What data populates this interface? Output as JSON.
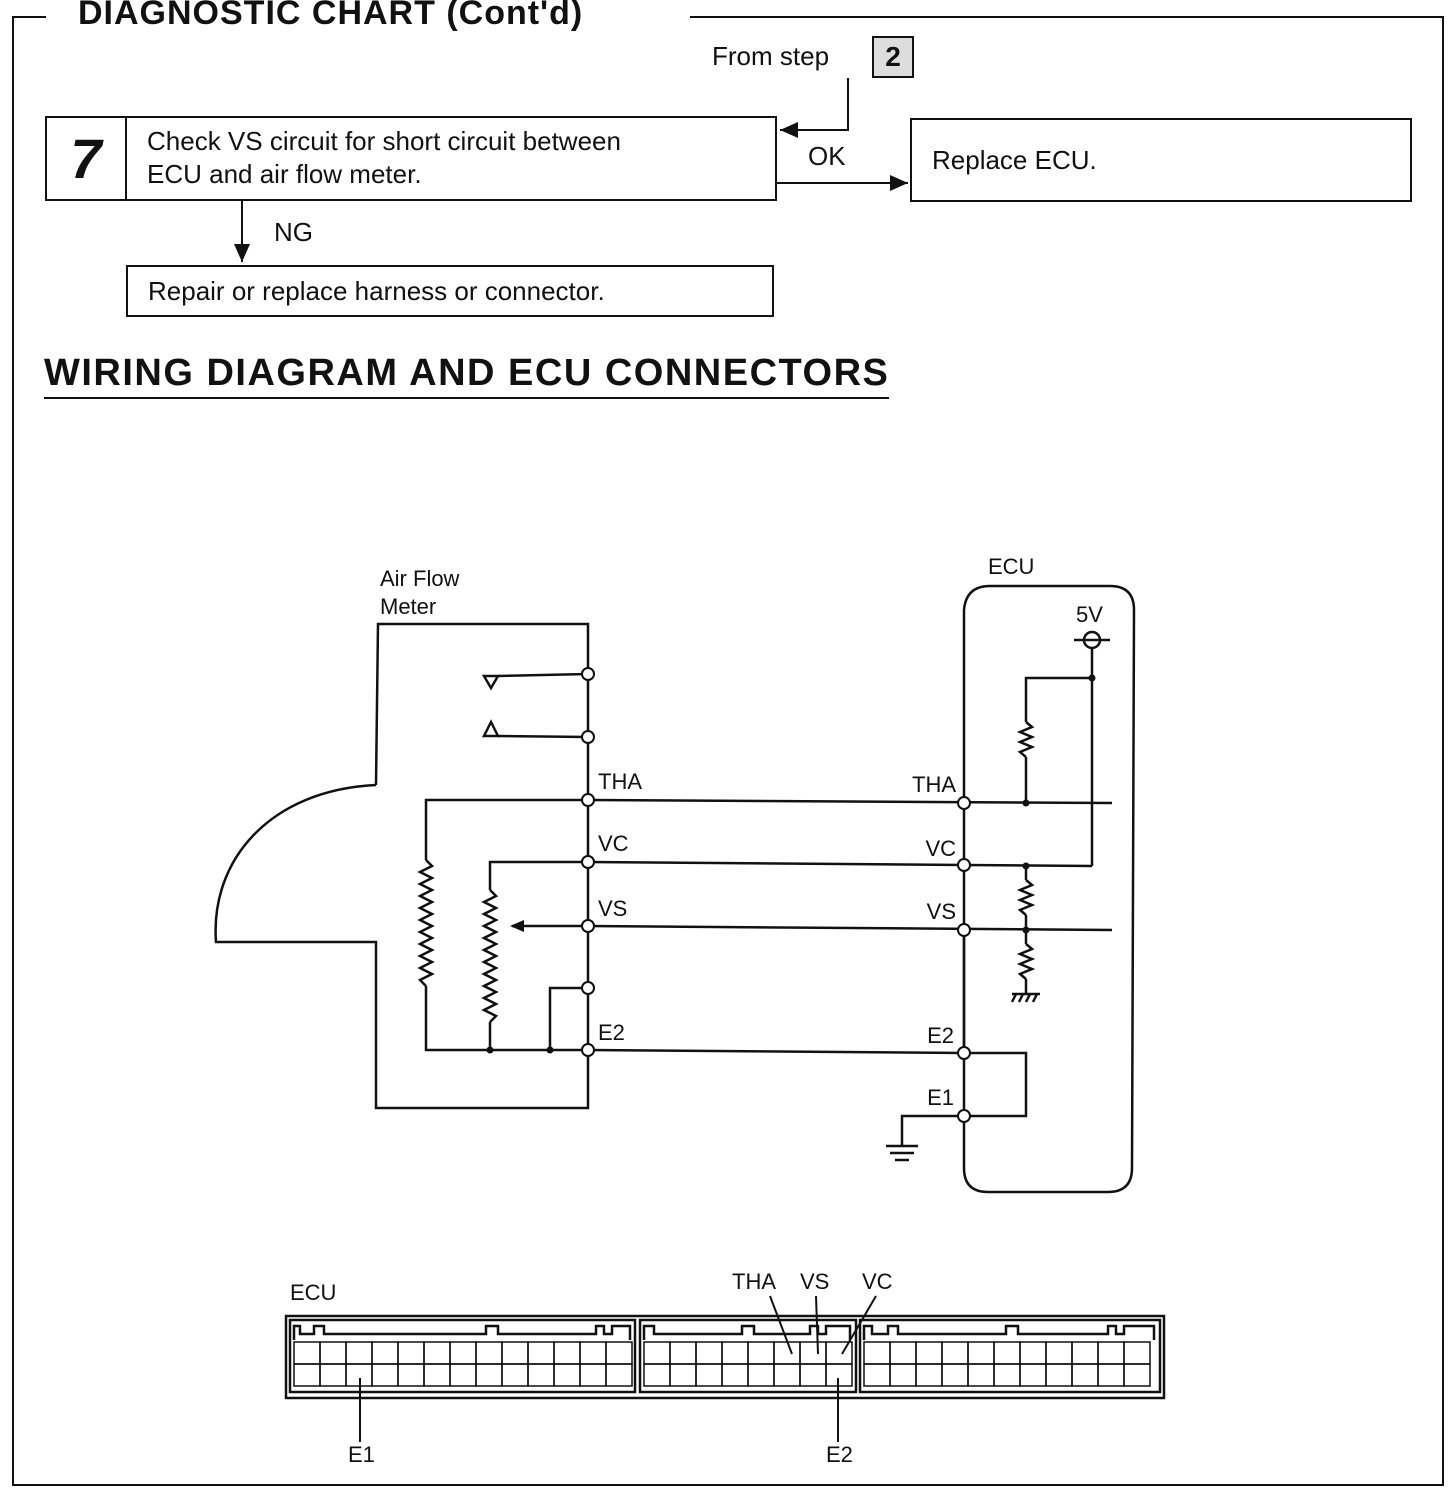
{
  "header": {
    "title": "DIAGNOSTIC CHART (Cont'd)"
  },
  "flow": {
    "from_step_label": "From step",
    "from_step_number": "2",
    "step_number": "7",
    "step_text_line1": "Check VS circuit for short circuit between",
    "step_text_line2": "ECU and air flow meter.",
    "ok_label": "OK",
    "ok_result": "Replace ECU.",
    "ng_label": "NG",
    "ng_result": "Repair or replace harness or connector."
  },
  "wiring": {
    "section_title": "WIRING DIAGRAM AND ECU CONNECTORS",
    "afm_label_line1": "Air Flow",
    "afm_label_line2": "Meter",
    "ecu_label": "ECU",
    "supply_label": "5V",
    "terminals": [
      "THA",
      "VC",
      "VS",
      "E2",
      "E1"
    ]
  },
  "connector": {
    "ecu_label": "ECU",
    "top_labels": [
      "THA",
      "VS",
      "VC"
    ],
    "bottom_labels": [
      "E1",
      "E2"
    ]
  }
}
